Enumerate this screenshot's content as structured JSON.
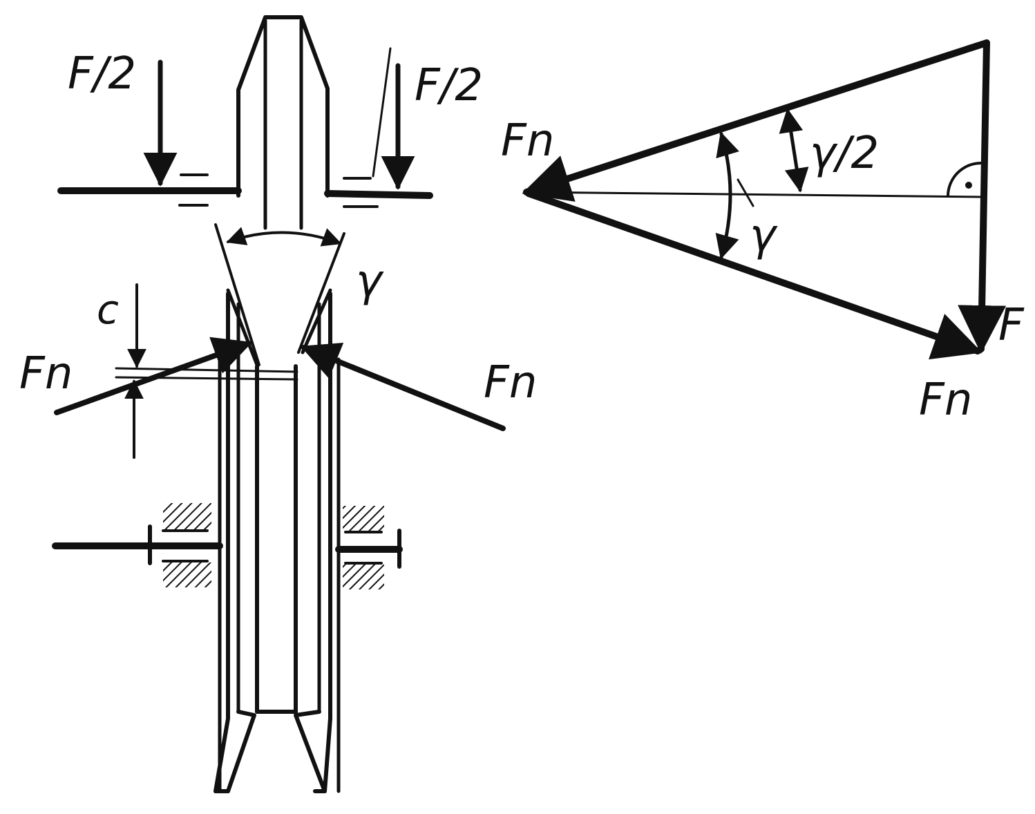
{
  "labels": {
    "f_half_left": "F/2",
    "f_half_right": "F/2",
    "fn_force_triangle_top": "Fn",
    "fn_force_triangle_bottom": "Fn",
    "f_force_triangle": "F",
    "gamma_half": "γ/2",
    "gamma_triangle": "γ",
    "gamma_groove": "γ",
    "clearance_c": "c",
    "fn_left_contact": "Fn",
    "fn_right_contact": "Fn"
  },
  "colors": {
    "ink": "#111111",
    "paper": "#ffffff"
  }
}
